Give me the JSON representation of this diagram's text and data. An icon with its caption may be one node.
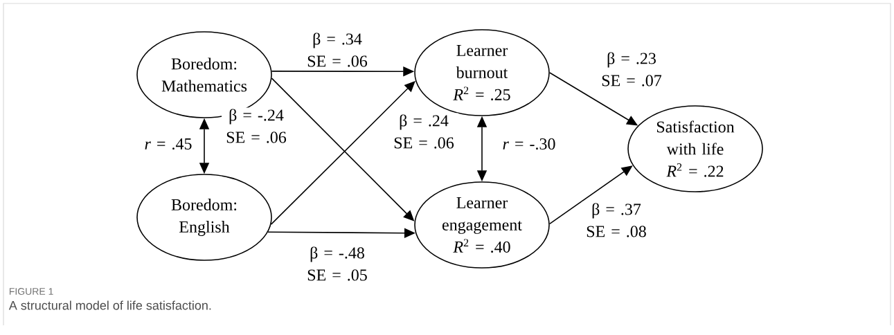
{
  "diagram": {
    "caption": "A structural model of life satisfaction.",
    "nodes": [
      {
        "text": [
          "Boredom: Mathematics"
        ]
      },
      {
        "text": [
          "Boredom: English"
        ]
      },
      {
        "text": [
          "Learner burnout",
          "*R*$^{2}$ = .25"
        ]
      },
      {
        "text": [
          "Learner engagement",
          "*R*$^{2}$ = .40"
        ]
      },
      {
        "text": [
          "Satisfaction with life",
          "*R*$^{2}$ = .22"
        ]
      }
    ],
    "edges": [
      {
        "from": 0,
        "to": 2,
        "arrow": "to",
        "label": "β = .34 SE = .06"
      },
      {
        "from": 0,
        "to": 3,
        "arrow": "to",
        "label": "β = -.24 SE = .06"
      },
      {
        "from": 1,
        "to": 2,
        "arrow": "to",
        "label": "β = .24 SE = .06"
      },
      {
        "from": 1,
        "to": 3,
        "arrow": "to",
        "label": "β = -.48 SE = .05"
      },
      {
        "from": 0,
        "to": 1,
        "arrow": "both",
        "label": "*r* = .45"
      },
      {
        "from": 2,
        "to": 3,
        "arrow": "both",
        "label": "*r* = -.30"
      },
      {
        "from": 2,
        "to": 4,
        "arrow": "to",
        "label": "β = .23 SE = .07"
      },
      {
        "from": 3,
        "to": 4,
        "arrow": "to",
        "label": "β = .37 SE = .08"
      }
    ],
    "labels": [
      "FIGURE 1"
    ]
  }
}
